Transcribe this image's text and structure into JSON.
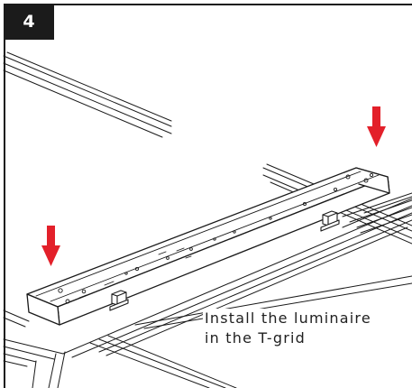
{
  "step": {
    "number": "4"
  },
  "instruction": {
    "line1": "Install the luminaire",
    "line2": "in the T-grid"
  },
  "colors": {
    "arrow": "#e3202a",
    "line": "#1a1a1a",
    "badge": "#1b1b1b"
  },
  "icons": {
    "arrows": [
      "down-arrow-icon",
      "down-arrow-icon"
    ]
  }
}
